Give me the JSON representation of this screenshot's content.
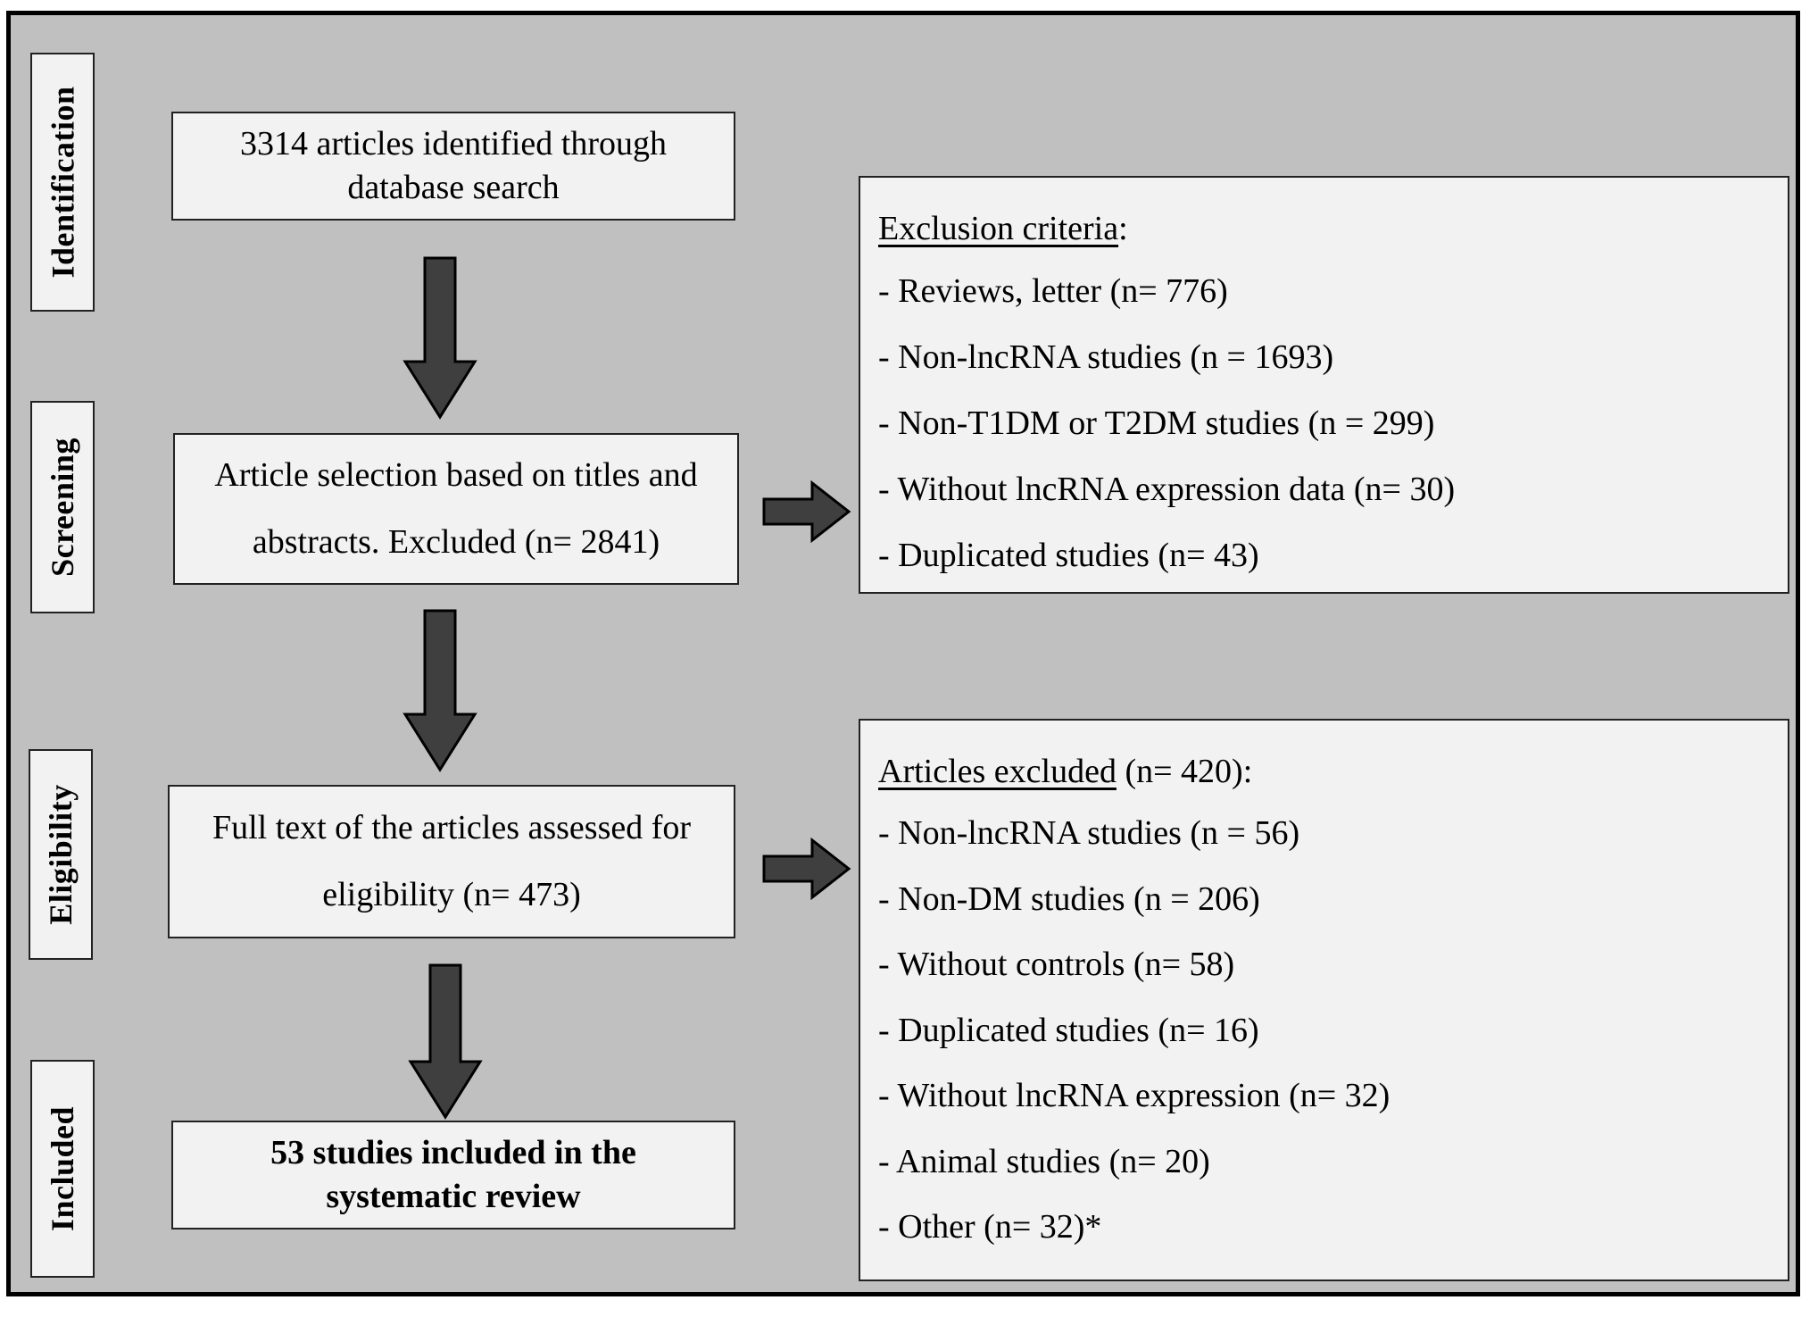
{
  "stages": {
    "identification": "Identification",
    "screening": "Screening",
    "eligibility": "Eligibility",
    "included": "Included"
  },
  "flow": {
    "identified": {
      "line1": "3314 articles identified through",
      "line2": "database search"
    },
    "screening": {
      "line1": "Article selection based on titles and",
      "line2": "abstracts. Excluded (n= 2841)"
    },
    "eligibility": {
      "line1": "Full text of the articles assessed for",
      "line2": "eligibility (n= 473)"
    },
    "included": {
      "line1": "53 studies included in the",
      "line2": "systematic review"
    }
  },
  "exclusion_criteria": {
    "heading": "Exclusion criteria",
    "heading_suffix": ":",
    "items": [
      "- Reviews, letter (n= 776)",
      "- Non-lncRNA studies (n = 1693)",
      "- Non-T1DM or T2DM studies (n = 299)",
      "- Without lncRNA expression data (n= 30)",
      "- Duplicated studies (n= 43)"
    ]
  },
  "articles_excluded": {
    "heading": "Articles excluded",
    "heading_suffix": " (n= 420):",
    "items": [
      "- Non-lncRNA studies (n = 56)",
      "- Non-DM studies (n = 206)",
      "- Without controls (n= 58)",
      "- Duplicated studies (n= 16)",
      "- Without lncRNA expression (n= 32)",
      "- Animal studies (n= 20)",
      "- Other (n= 32)*"
    ]
  },
  "colors": {
    "background": "#c0c0c0",
    "box_fill": "#f2f2f2",
    "arrow_fill": "#3f3f3f",
    "border": "#000000"
  }
}
